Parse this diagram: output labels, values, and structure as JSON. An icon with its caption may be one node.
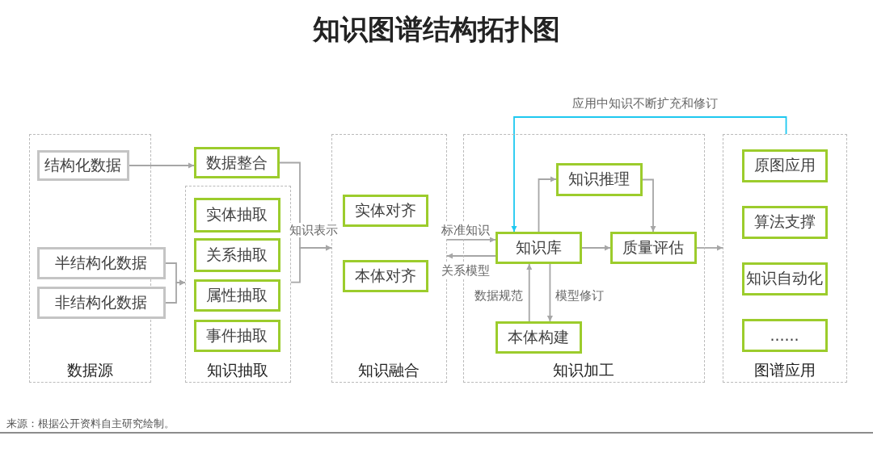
{
  "diagram": {
    "title": "知识图谱结构拓扑图",
    "nodes": [
      {
        "text": [
          "数据源"
        ]
      },
      {
        "text": [
          "结构化数据"
        ],
        "in": 0
      },
      {
        "text": [
          "半结构化数据"
        ],
        "in": 0
      },
      {
        "text": [
          "非结构化数据"
        ],
        "in": 0
      },
      {
        "text": [
          "数据整合"
        ]
      },
      {
        "text": [
          "知识抽取"
        ]
      },
      {
        "text": [
          "实体抽取"
        ],
        "in": 5
      },
      {
        "text": [
          "关系抽取"
        ],
        "in": 5
      },
      {
        "text": [
          "属性抽取"
        ],
        "in": 5
      },
      {
        "text": [
          "事件抽取"
        ],
        "in": 5
      },
      {
        "text": [
          "知识融合"
        ]
      },
      {
        "text": [
          "实体对齐"
        ],
        "in": 10
      },
      {
        "text": [
          "本体对齐"
        ],
        "in": 10
      },
      {
        "text": [
          "知识加工"
        ]
      },
      {
        "text": [
          "知识推理"
        ],
        "in": 13
      },
      {
        "text": [
          "知识库"
        ],
        "in": 13
      },
      {
        "text": [
          "质量评估"
        ],
        "in": 13
      },
      {
        "text": [
          "本体构建"
        ],
        "in": 13
      },
      {
        "text": [
          "图谱应用"
        ]
      },
      {
        "text": [
          "原图应用"
        ],
        "in": 18
      },
      {
        "text": [
          "算法支撑"
        ],
        "in": 18
      },
      {
        "text": [
          "知识自动化"
        ],
        "in": 18
      },
      {
        "text": [
          "......"
        ],
        "in": 18
      }
    ],
    "edges": [
      {
        "from": 1,
        "to": 4,
        "arrow": "to"
      },
      {
        "from": 2,
        "to": 5,
        "arrow": "to"
      },
      {
        "from": 3,
        "to": 5,
        "arrow": "to"
      },
      {
        "from": 4,
        "to": 10,
        "arrow": "to",
        "label": "知识表示"
      },
      {
        "from": 5,
        "to": 10,
        "arrow": "to"
      },
      {
        "from": 10,
        "to": 15,
        "arrow": "to",
        "label": "标准知识"
      },
      {
        "from": 15,
        "to": 10,
        "arrow": "to",
        "label": "关系模型"
      },
      {
        "from": 15,
        "to": 14,
        "arrow": "to"
      },
      {
        "from": 14,
        "to": 16,
        "arrow": "to"
      },
      {
        "from": 15,
        "to": 16,
        "arrow": "to"
      },
      {
        "from": 16,
        "to": 18,
        "arrow": "to"
      },
      {
        "from": 17,
        "to": 15,
        "arrow": "to",
        "label": "数据规范"
      },
      {
        "from": 15,
        "to": 17,
        "arrow": "to",
        "label": "模型修订"
      },
      {
        "from": 18,
        "to": 15,
        "arrow": "to",
        "color": "#1ec8f0",
        "label": "应用中知识不断扩充和修订"
      }
    ],
    "labels": [
      "来源：根据公开资料自主研究绘制。"
    ]
  }
}
